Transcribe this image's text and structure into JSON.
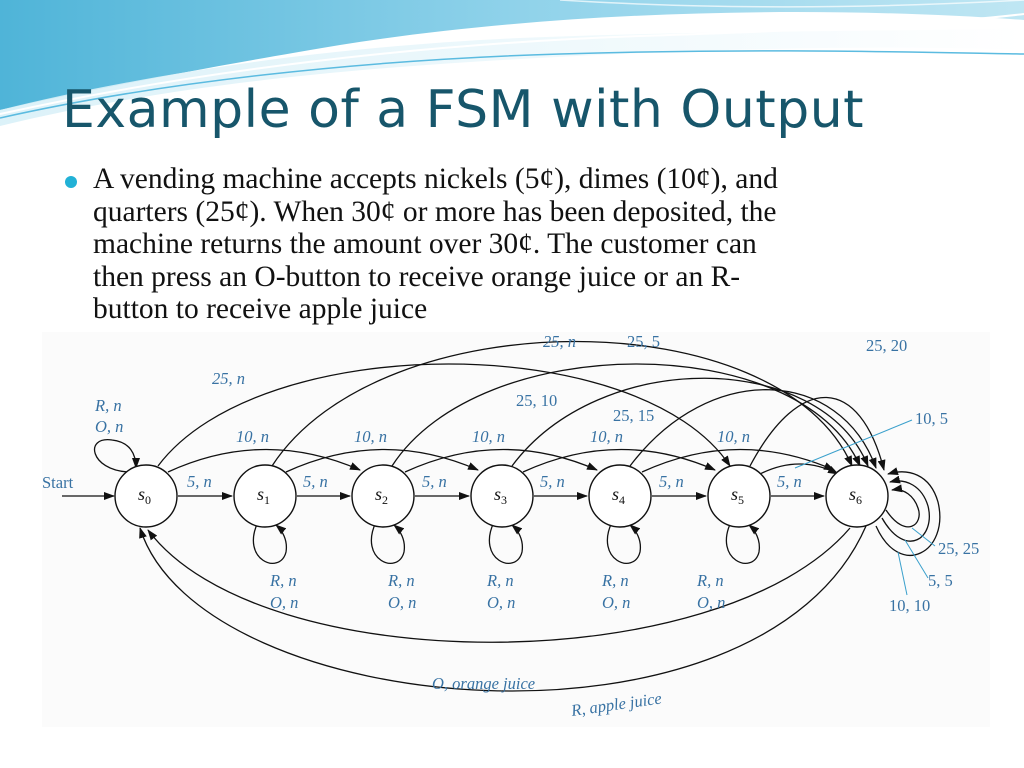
{
  "slide": {
    "title": "Example of a FSM with Output",
    "bullet_lines": [
      "A vending machine accepts nickels (5¢), dimes (10¢), and",
      "quarters (25¢). When 30¢ or more has been deposited, the",
      "machine returns the amount over 30¢. The customer can",
      "then press an O-button to receive orange juice or an R-",
      "button to receive apple juice"
    ],
    "bullet_icon": "filled-circle-bullet",
    "accent_color": "#22b1d6",
    "title_color": "#17566b"
  },
  "diagram": {
    "start_label": "Start",
    "states": [
      {
        "id": "s0",
        "name": "s",
        "sub": "0"
      },
      {
        "id": "s1",
        "name": "s",
        "sub": "1"
      },
      {
        "id": "s2",
        "name": "s",
        "sub": "2"
      },
      {
        "id": "s3",
        "name": "s",
        "sub": "3"
      },
      {
        "id": "s4",
        "name": "s",
        "sub": "4"
      },
      {
        "id": "s5",
        "name": "s",
        "sub": "5"
      },
      {
        "id": "s6",
        "name": "s",
        "sub": "6"
      }
    ],
    "self_loop_top_s0": {
      "line1": "R, n",
      "line2": "O, n"
    },
    "self_loops_bottom": [
      {
        "line1": "R, n",
        "line2": "O, n"
      },
      {
        "line1": "R, n",
        "line2": "O, n"
      },
      {
        "line1": "R, n",
        "line2": "O, n"
      },
      {
        "line1": "R, n",
        "line2": "O, n"
      },
      {
        "line1": "R, n",
        "line2": "O, n"
      }
    ],
    "nickel_edges": [
      "5, n",
      "5, n",
      "5, n",
      "5, n",
      "5, n",
      "5, n"
    ],
    "dime_edges": [
      "10, n",
      "10, n",
      "10, n",
      "10, n",
      "10, n"
    ],
    "quarter_edges": [
      "25, n",
      "25, n",
      "25, 5",
      "25, 10",
      "25, 15",
      "25, 20"
    ],
    "dime_to_s6_from_s5": "10, 5",
    "s6_loops": [
      "25, 25",
      "5, 5",
      "10, 10"
    ],
    "return_edges": [
      "O, orange juice",
      "R, apple juice"
    ],
    "text_color": "#3872a3"
  }
}
